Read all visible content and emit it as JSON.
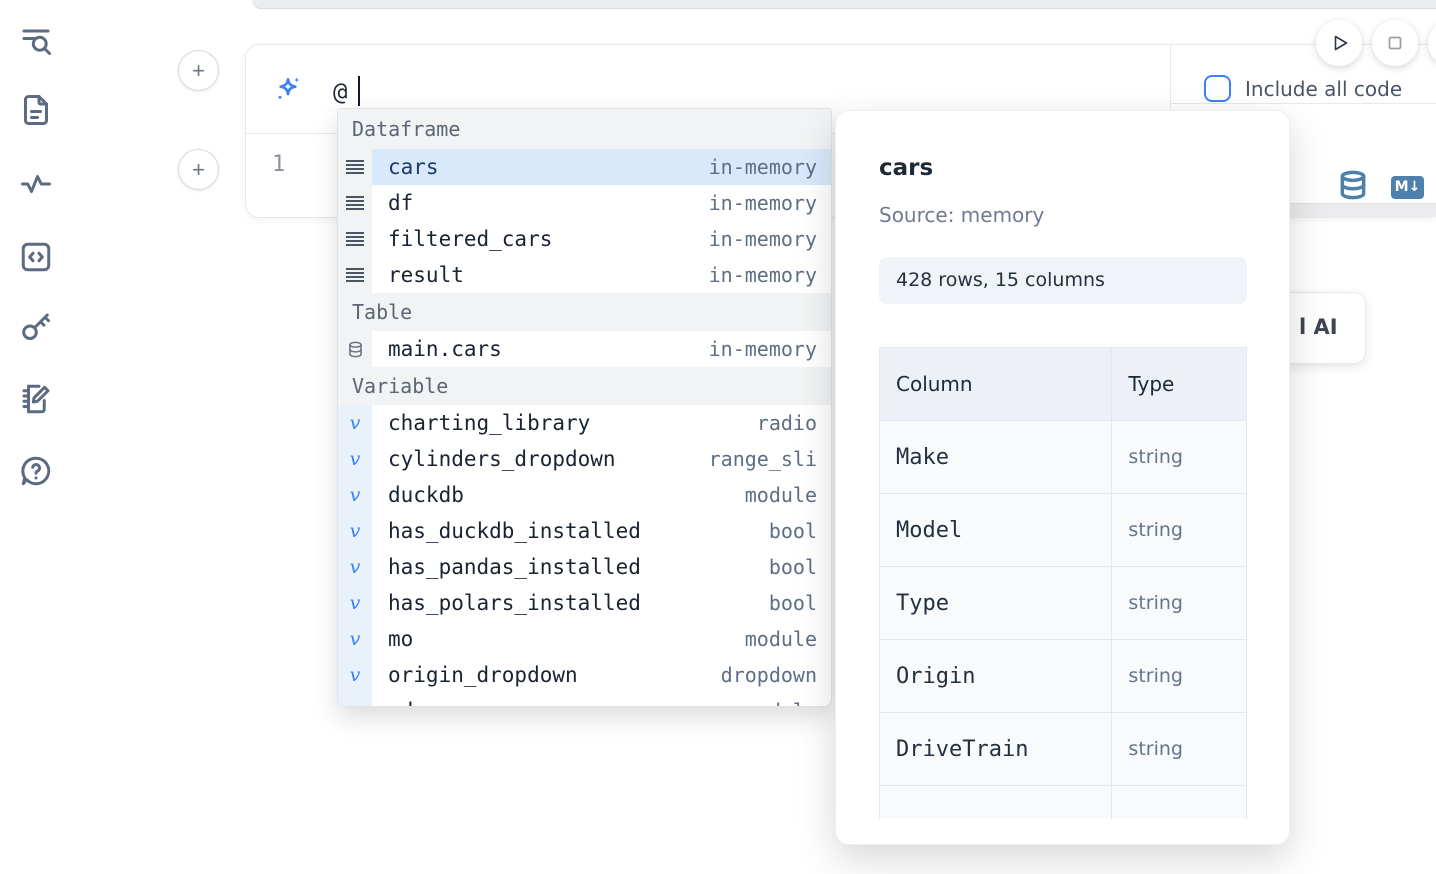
{
  "colors": {
    "accent_blue": "#3b82f6",
    "steel_blue": "#4e80ab",
    "selection_blue": "#d8e9fb",
    "sidebar_icon": "#5d6b82"
  },
  "sidebar": {
    "items": [
      {
        "icon": "list-search-icon"
      },
      {
        "icon": "document-icon"
      },
      {
        "icon": "activity-icon"
      },
      {
        "icon": "code-block-icon"
      },
      {
        "icon": "key-icon"
      },
      {
        "icon": "scratchpad-icon"
      },
      {
        "icon": "help-chat-icon"
      }
    ]
  },
  "toolbar": {
    "play_icon": "play-icon",
    "stop_icon": "stop-icon"
  },
  "ai_prompt": {
    "value": "@",
    "include_all_code_label": "Include all code",
    "include_all_code_checked": false
  },
  "editor": {
    "line_number": "1",
    "markdown_badge": "M↓"
  },
  "ai_button": {
    "visible_label": "l AI"
  },
  "autocomplete": {
    "sections": [
      {
        "label": "Dataframe",
        "kind": "dataframe",
        "items": [
          {
            "name": "cars",
            "type": "in-memory",
            "selected": true
          },
          {
            "name": "df",
            "type": "in-memory",
            "selected": false
          },
          {
            "name": "filtered_cars",
            "type": "in-memory",
            "selected": false
          },
          {
            "name": "result",
            "type": "in-memory",
            "selected": false
          }
        ]
      },
      {
        "label": "Table",
        "kind": "table",
        "items": [
          {
            "name": "main.cars",
            "type": "in-memory",
            "selected": false
          }
        ]
      },
      {
        "label": "Variable",
        "kind": "variable",
        "items": [
          {
            "name": "charting_library",
            "type": "radio",
            "selected": false
          },
          {
            "name": "cylinders_dropdown",
            "type": "range_sli",
            "selected": false
          },
          {
            "name": "duckdb",
            "type": "module",
            "selected": false
          },
          {
            "name": "has_duckdb_installed",
            "type": "bool",
            "selected": false
          },
          {
            "name": "has_pandas_installed",
            "type": "bool",
            "selected": false
          },
          {
            "name": "has_polars_installed",
            "type": "bool",
            "selected": false
          },
          {
            "name": "mo",
            "type": "module",
            "selected": false
          },
          {
            "name": "origin_dropdown",
            "type": "dropdown",
            "selected": false
          },
          {
            "name": "pd",
            "type": "module",
            "selected": false
          }
        ]
      }
    ]
  },
  "tooltip": {
    "title": "cars",
    "source": "Source: memory",
    "shape": "428 rows, 15 columns",
    "table": {
      "headers": [
        "Column",
        "Type"
      ],
      "rows": [
        [
          "Make",
          "string"
        ],
        [
          "Model",
          "string"
        ],
        [
          "Type",
          "string"
        ],
        [
          "Origin",
          "string"
        ],
        [
          "DriveTrain",
          "string"
        ],
        [
          "",
          ""
        ]
      ]
    }
  }
}
